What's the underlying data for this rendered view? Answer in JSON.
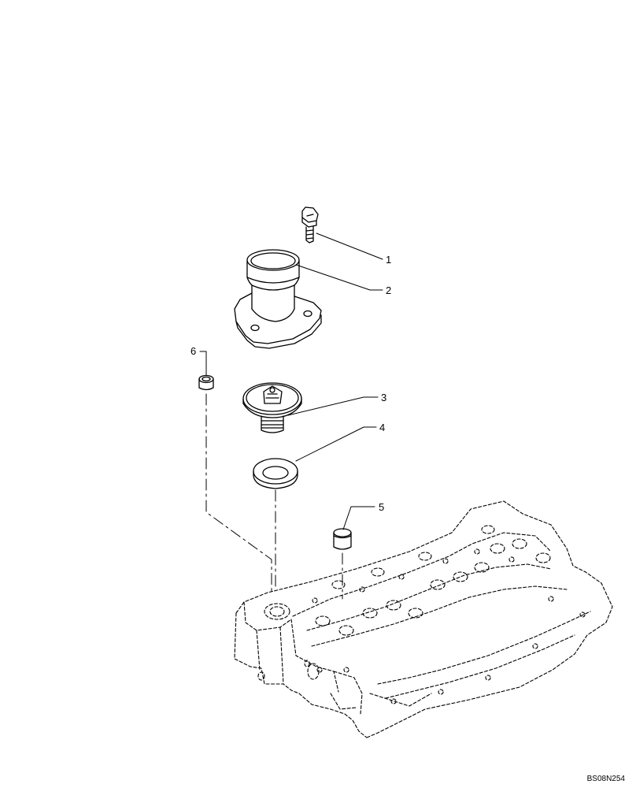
{
  "callouts": {
    "c1": "1",
    "c2": "2",
    "c3": "3",
    "c4": "4",
    "c5": "5",
    "c6": "6"
  },
  "drawing_reference": "BS08N254",
  "colors": {
    "line": "#000000",
    "background": "#ffffff"
  }
}
